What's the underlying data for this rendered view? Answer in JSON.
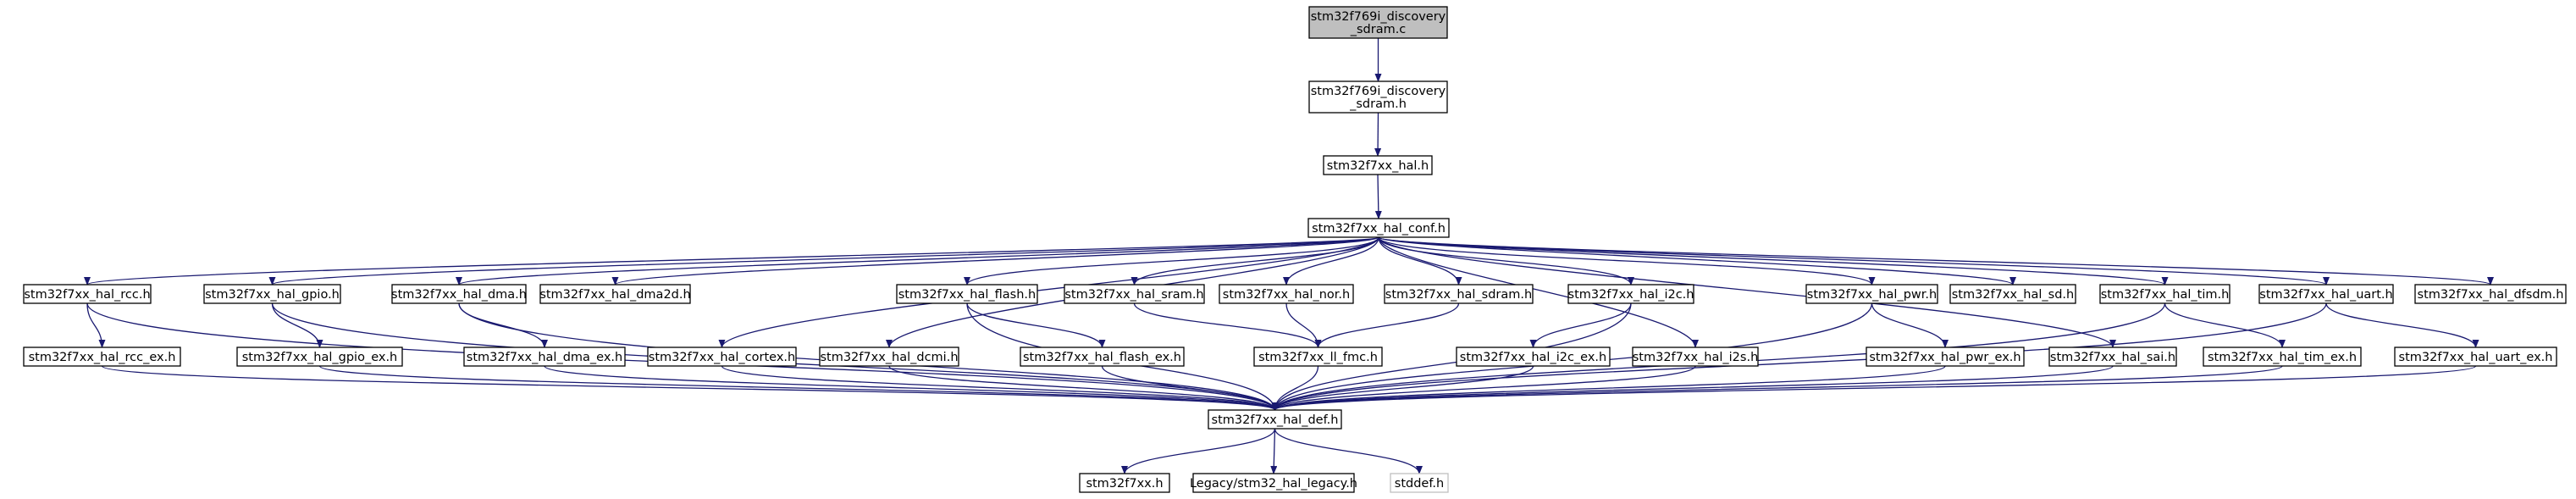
{
  "colors": {
    "root_fill": "#bfbfbf",
    "node_fill": "#ffffff",
    "node_stroke": "#000000",
    "external_stroke": "#bfbfbf",
    "edge": "#191970",
    "text": "#000000"
  },
  "nodes": [
    {
      "id": "root",
      "lines": [
        "stm32f769i_discovery",
        "_sdram.c"
      ],
      "style": "root"
    },
    {
      "id": "sdram_h",
      "lines": [
        "stm32f769i_discovery",
        "_sdram.h"
      ],
      "style": "normal"
    },
    {
      "id": "hal_h",
      "lines": [
        "stm32f7xx_hal.h"
      ],
      "style": "normal"
    },
    {
      "id": "conf",
      "lines": [
        "stm32f7xx_hal_conf.h"
      ],
      "style": "normal"
    },
    {
      "id": "rcc",
      "lines": [
        "stm32f7xx_hal_rcc.h"
      ],
      "style": "normal"
    },
    {
      "id": "gpio",
      "lines": [
        "stm32f7xx_hal_gpio.h"
      ],
      "style": "normal"
    },
    {
      "id": "dma",
      "lines": [
        "stm32f7xx_hal_dma.h"
      ],
      "style": "normal"
    },
    {
      "id": "dma2d",
      "lines": [
        "stm32f7xx_hal_dma2d.h"
      ],
      "style": "normal"
    },
    {
      "id": "flash",
      "lines": [
        "stm32f7xx_hal_flash.h"
      ],
      "style": "normal"
    },
    {
      "id": "sram",
      "lines": [
        "stm32f7xx_hal_sram.h"
      ],
      "style": "normal"
    },
    {
      "id": "nor",
      "lines": [
        "stm32f7xx_hal_nor.h"
      ],
      "style": "normal"
    },
    {
      "id": "sdram",
      "lines": [
        "stm32f7xx_hal_sdram.h"
      ],
      "style": "normal"
    },
    {
      "id": "i2c",
      "lines": [
        "stm32f7xx_hal_i2c.h"
      ],
      "style": "normal"
    },
    {
      "id": "pwr",
      "lines": [
        "stm32f7xx_hal_pwr.h"
      ],
      "style": "normal"
    },
    {
      "id": "sd",
      "lines": [
        "stm32f7xx_hal_sd.h"
      ],
      "style": "normal"
    },
    {
      "id": "tim",
      "lines": [
        "stm32f7xx_hal_tim.h"
      ],
      "style": "normal"
    },
    {
      "id": "uart",
      "lines": [
        "stm32f7xx_hal_uart.h"
      ],
      "style": "normal"
    },
    {
      "id": "dfsdm",
      "lines": [
        "stm32f7xx_hal_dfsdm.h"
      ],
      "style": "normal"
    },
    {
      "id": "rcc_ex",
      "lines": [
        "stm32f7xx_hal_rcc_ex.h"
      ],
      "style": "normal"
    },
    {
      "id": "gpio_ex",
      "lines": [
        "stm32f7xx_hal_gpio_ex.h"
      ],
      "style": "normal"
    },
    {
      "id": "dma_ex",
      "lines": [
        "stm32f7xx_hal_dma_ex.h"
      ],
      "style": "normal"
    },
    {
      "id": "cortex",
      "lines": [
        "stm32f7xx_hal_cortex.h"
      ],
      "style": "normal"
    },
    {
      "id": "dcmi",
      "lines": [
        "stm32f7xx_hal_dcmi.h"
      ],
      "style": "normal"
    },
    {
      "id": "flash_ex",
      "lines": [
        "stm32f7xx_hal_flash_ex.h"
      ],
      "style": "normal"
    },
    {
      "id": "ll_fmc",
      "lines": [
        "stm32f7xx_ll_fmc.h"
      ],
      "style": "normal"
    },
    {
      "id": "i2c_ex",
      "lines": [
        "stm32f7xx_hal_i2c_ex.h"
      ],
      "style": "normal"
    },
    {
      "id": "i2s",
      "lines": [
        "stm32f7xx_hal_i2s.h"
      ],
      "style": "normal"
    },
    {
      "id": "pwr_ex",
      "lines": [
        "stm32f7xx_hal_pwr_ex.h"
      ],
      "style": "normal"
    },
    {
      "id": "sai",
      "lines": [
        "stm32f7xx_hal_sai.h"
      ],
      "style": "normal"
    },
    {
      "id": "tim_ex",
      "lines": [
        "stm32f7xx_hal_tim_ex.h"
      ],
      "style": "normal"
    },
    {
      "id": "uart_ex",
      "lines": [
        "stm32f7xx_hal_uart_ex.h"
      ],
      "style": "normal"
    },
    {
      "id": "def",
      "lines": [
        "stm32f7xx_hal_def.h"
      ],
      "style": "normal"
    },
    {
      "id": "f7xx",
      "lines": [
        "stm32f7xx.h"
      ],
      "style": "normal"
    },
    {
      "id": "legacy",
      "lines": [
        "Legacy/stm32_hal_legacy.h"
      ],
      "style": "normal"
    },
    {
      "id": "stddef",
      "lines": [
        "stddef.h"
      ],
      "style": "external"
    }
  ],
  "edges": [
    [
      "root",
      "sdram_h"
    ],
    [
      "sdram_h",
      "hal_h"
    ],
    [
      "hal_h",
      "conf"
    ],
    [
      "conf",
      "rcc"
    ],
    [
      "conf",
      "gpio"
    ],
    [
      "conf",
      "dma"
    ],
    [
      "conf",
      "dma2d"
    ],
    [
      "conf",
      "cortex"
    ],
    [
      "conf",
      "dcmi"
    ],
    [
      "conf",
      "flash"
    ],
    [
      "conf",
      "sram"
    ],
    [
      "conf",
      "nor"
    ],
    [
      "conf",
      "sdram"
    ],
    [
      "conf",
      "i2c"
    ],
    [
      "conf",
      "i2s"
    ],
    [
      "conf",
      "pwr"
    ],
    [
      "conf",
      "sai"
    ],
    [
      "conf",
      "sd"
    ],
    [
      "conf",
      "tim"
    ],
    [
      "conf",
      "uart"
    ],
    [
      "conf",
      "dfsdm"
    ],
    [
      "rcc",
      "rcc_ex"
    ],
    [
      "rcc",
      "def"
    ],
    [
      "rcc_ex",
      "def"
    ],
    [
      "gpio",
      "gpio_ex"
    ],
    [
      "gpio",
      "def"
    ],
    [
      "gpio_ex",
      "def"
    ],
    [
      "dma",
      "dma_ex"
    ],
    [
      "dma",
      "def"
    ],
    [
      "dma_ex",
      "def"
    ],
    [
      "cortex",
      "def"
    ],
    [
      "dcmi",
      "def"
    ],
    [
      "flash",
      "flash_ex"
    ],
    [
      "flash",
      "def"
    ],
    [
      "flash_ex",
      "def"
    ],
    [
      "sram",
      "ll_fmc"
    ],
    [
      "nor",
      "ll_fmc"
    ],
    [
      "sdram",
      "ll_fmc"
    ],
    [
      "ll_fmc",
      "def"
    ],
    [
      "i2c",
      "i2c_ex"
    ],
    [
      "i2c",
      "def"
    ],
    [
      "i2c_ex",
      "def"
    ],
    [
      "i2s",
      "def"
    ],
    [
      "pwr",
      "pwr_ex"
    ],
    [
      "pwr",
      "def"
    ],
    [
      "pwr_ex",
      "def"
    ],
    [
      "sai",
      "def"
    ],
    [
      "tim",
      "tim_ex"
    ],
    [
      "tim",
      "def"
    ],
    [
      "tim_ex",
      "def"
    ],
    [
      "uart",
      "uart_ex"
    ],
    [
      "uart",
      "def"
    ],
    [
      "uart_ex",
      "def"
    ],
    [
      "def",
      "f7xx"
    ],
    [
      "def",
      "legacy"
    ],
    [
      "def",
      "stddef"
    ]
  ]
}
